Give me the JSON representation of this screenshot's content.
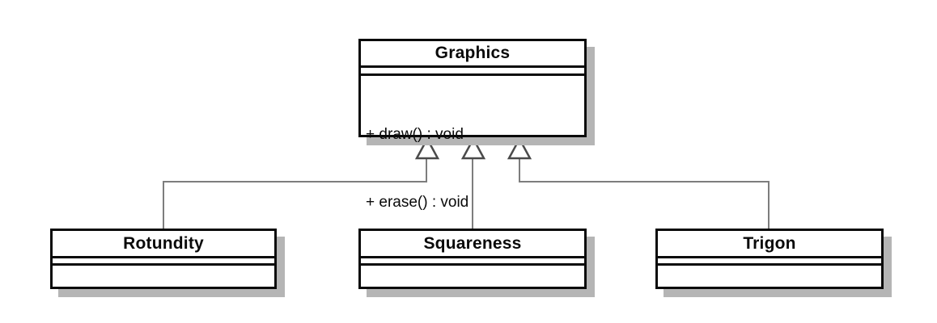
{
  "diagram": {
    "kind": "uml-class-diagram",
    "classes": [
      {
        "name": "Graphics",
        "attributes": [],
        "methods": [
          "+ draw() : void",
          "+ erase() : void"
        ]
      },
      {
        "name": "Rotundity",
        "attributes": [],
        "methods": []
      },
      {
        "name": "Squareness",
        "attributes": [],
        "methods": []
      },
      {
        "name": "Trigon",
        "attributes": [],
        "methods": []
      }
    ],
    "relationships": [
      {
        "from": "Rotundity",
        "to": "Graphics",
        "type": "generalization"
      },
      {
        "from": "Squareness",
        "to": "Graphics",
        "type": "generalization"
      },
      {
        "from": "Trigon",
        "to": "Graphics",
        "type": "generalization"
      }
    ],
    "colors": {
      "background": "#ffffff",
      "box_fill": "#ffffff",
      "box_border": "#0a0a0a",
      "edge_line": "#7d7d7d",
      "arrow_outline": "#4a4a4a",
      "shadow": "#b5b5b5"
    }
  }
}
